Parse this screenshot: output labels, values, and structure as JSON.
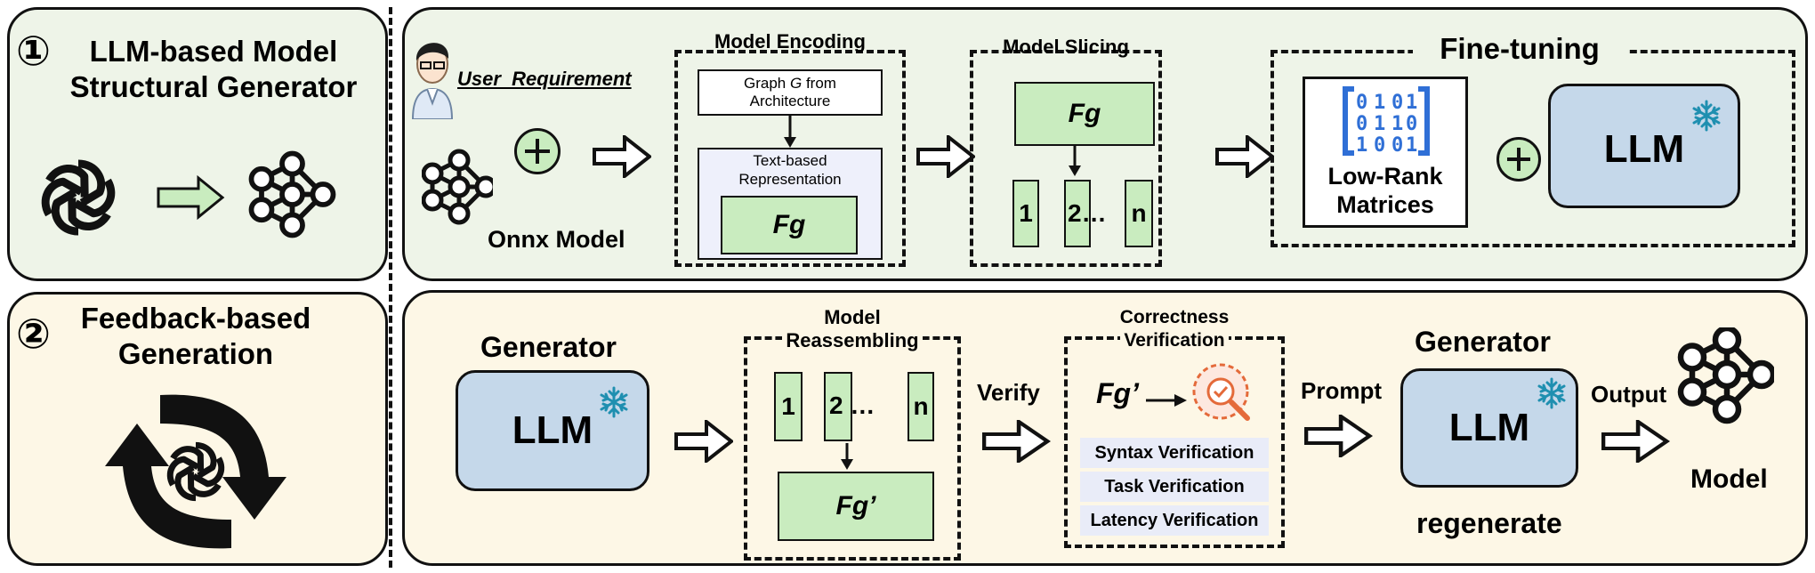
{
  "left": {
    "panel1": {
      "num": "①",
      "title_line1": "LLM-based Model",
      "title_line2": "Structural Generator"
    },
    "panel2": {
      "num": "②",
      "title_line1": "Feedback-based",
      "title_line2": "Generation"
    }
  },
  "top": {
    "user_requirement": "User  Requirement",
    "onnx_label": "Onnx Model",
    "model_encoding": {
      "title": "Model Encoding",
      "graph_line1_a": "Graph ",
      "graph_line1_g": "G",
      "graph_line1_b": " from",
      "graph_line2": "Architecture",
      "text_line1": "Text-based",
      "text_line2": "Representation",
      "fg": "Fg"
    },
    "model_slicing": {
      "title": "Model Slicing",
      "fg": "Fg",
      "slice_1": "1",
      "slice_2": "2…",
      "slice_n": "n"
    },
    "fine_tuning": {
      "title": "Fine-tuning",
      "lowrank_line1": "Low-Rank",
      "lowrank_line2": "Matrices",
      "llm": "LLM"
    }
  },
  "bottom": {
    "generator_left": {
      "title": "Generator",
      "llm": "LLM"
    },
    "reassembling": {
      "title_line1": "Model",
      "title_line2": "Reassembling",
      "slice_1": "1",
      "slice_2": "2 …",
      "slice_n": "n",
      "fg": "Fg’"
    },
    "verify_label": "Verify",
    "correctness": {
      "title_line1": "Correctness",
      "title_line2": "Verification",
      "fg": "Fg’",
      "rows": [
        "Syntax Verification",
        "Task Verification",
        "Latency Verification"
      ]
    },
    "prompt_label": "Prompt",
    "generator_right": {
      "title": "Generator",
      "llm": "LLM",
      "regenerate": "regenerate"
    },
    "output_label": "Output",
    "model_label": "Model"
  },
  "colors": {
    "green_panel": "#eef4e8",
    "cream_panel": "#fdf7e6",
    "green_box": "#c9ecbf",
    "llm_box": "#c5d8ea",
    "icon_blue": "#2f6fd6"
  }
}
